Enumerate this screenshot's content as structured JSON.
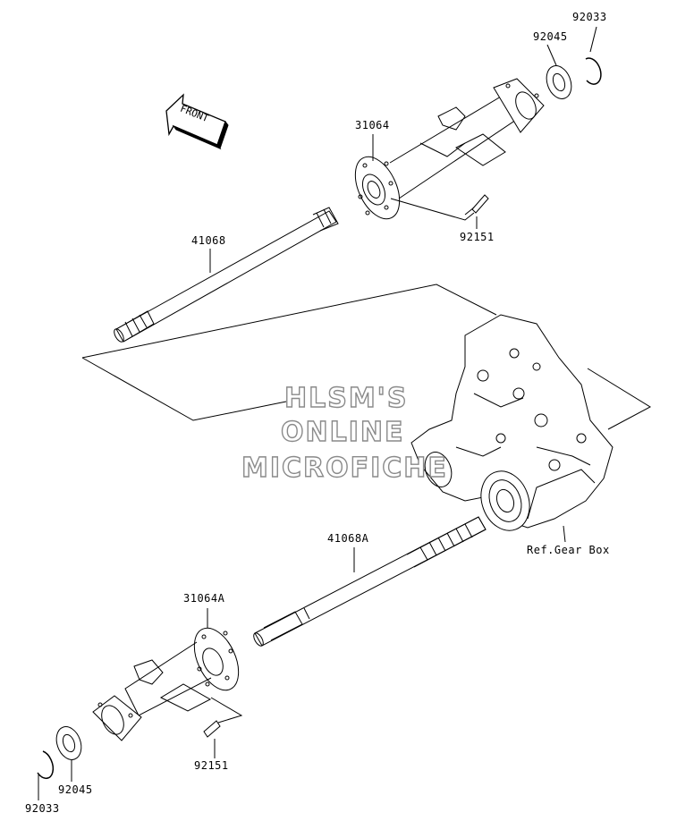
{
  "front_arrow": {
    "label": "FRONT"
  },
  "watermark": {
    "line1": "HLSM'S",
    "line2": "ONLINE",
    "line3": "MICROFICHE"
  },
  "labels": {
    "p92033_top": "92033",
    "p92045_top": "92045",
    "p31064": "31064",
    "p92151_top": "92151",
    "p41068": "41068",
    "ref_gear_box": "Ref.Gear Box",
    "p41068A": "41068A",
    "p31064A": "31064A",
    "p92151_bottom": "92151",
    "p92045_bottom": "92045",
    "p92033_bottom": "92033"
  }
}
